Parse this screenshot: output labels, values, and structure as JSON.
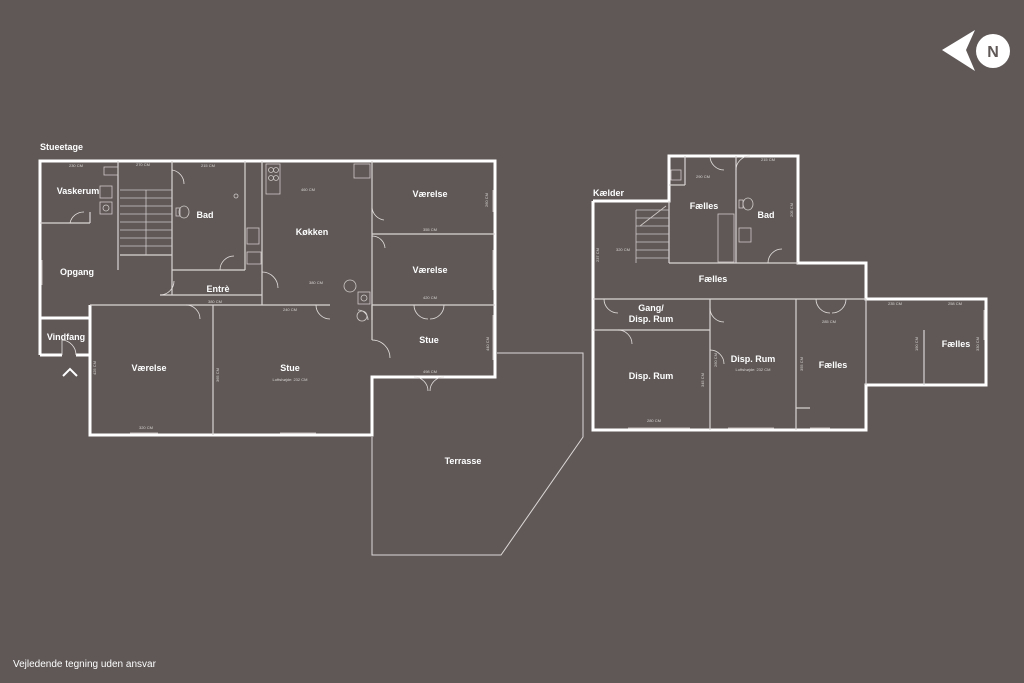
{
  "compass": {
    "label": "N",
    "icon": "north-arrow-icon"
  },
  "floors": {
    "ground": {
      "title": "Stueetage",
      "rooms": {
        "vaskerum": "Vaskerum",
        "bad": "Bad",
        "koekken": "Køkken",
        "vaerelse_top": "Værelse",
        "vaerelse_mid": "Værelse",
        "opgang": "Opgang",
        "entre": "Entrè",
        "vindfang": "Vindfang",
        "vaerelse_bottom": "Værelse",
        "stue_main": "Stue",
        "stue_small": "Stue",
        "terrasse": "Terrasse"
      },
      "dims": {
        "d1": "230 CM",
        "d2": "270 CM",
        "d3": "215 CM",
        "d4": "460 CM",
        "d5": "380 CM",
        "d6": "355 CM",
        "d7": "420 CM",
        "d8": "498 CM",
        "d9": "380 CM",
        "d10": "240 CM",
        "d11": "320 CM",
        "d12": "425 CM",
        "d13": "365 CM",
        "d14": "260 CM",
        "d15": "440 CM",
        "stue_height": "Loftshøjde: 232 CM"
      }
    },
    "basement": {
      "title": "Kælder",
      "rooms": {
        "faelles_top": "Fælles",
        "bad": "Bad",
        "faelles_mid": "Fælles",
        "gang_line1": "Gang/",
        "gang_line2": "Disp. Rum",
        "disp_rum_left": "Disp. Rum",
        "disp_rum_right": "Disp. Rum",
        "faelles_lower": "Fælles",
        "faelles_right": "Fælles"
      },
      "dims": {
        "b1": "290 CM",
        "b2": "215 CM",
        "b3": "320 CM",
        "b4": "280 CM",
        "b5": "285 CM",
        "b6": "235 CM",
        "b7": "258 CM",
        "b8": "237 CM",
        "b9": "205 CM",
        "b10": "345 CM",
        "b11": "260 CM",
        "b12": "355 CM",
        "b13": "190 CM",
        "b14": "330 CM",
        "disp_height": "Loftshøjde: 232 CM"
      }
    }
  },
  "disclaimer": "Vejledende tegning uden ansvar"
}
